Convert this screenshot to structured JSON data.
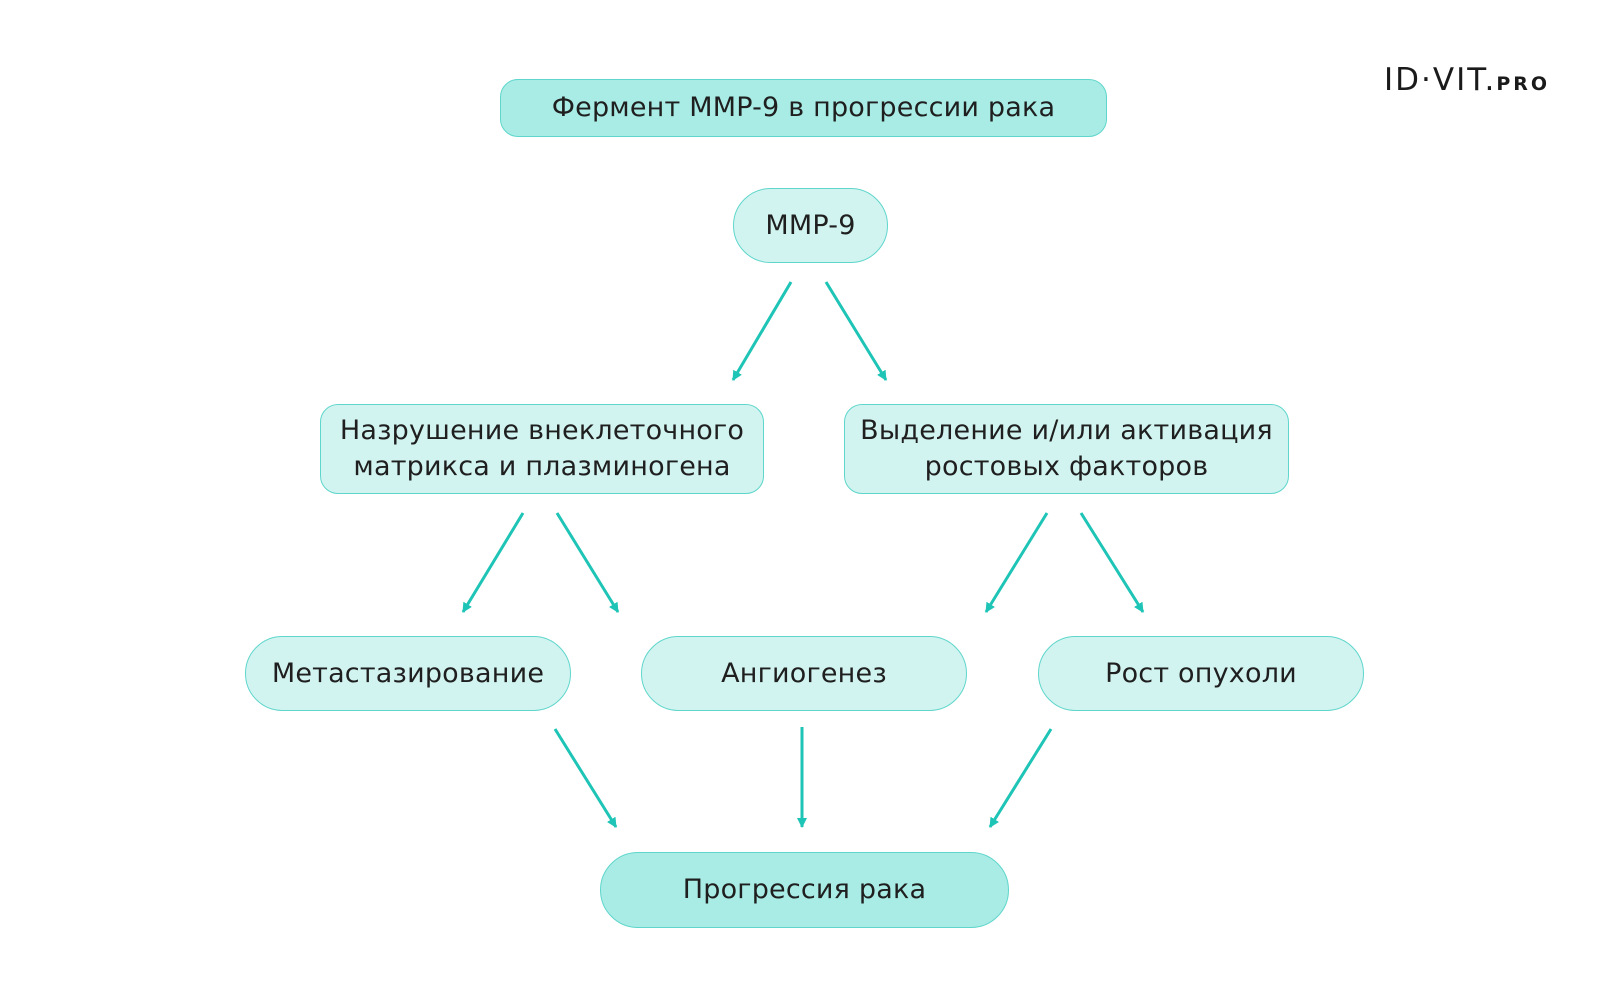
{
  "colors": {
    "accent": "#1ec4b6",
    "box_border": "#5fd6cb",
    "box_fill_light": "#d2f4f1",
    "box_fill_strong": "#a8ece5"
  },
  "logo": {
    "main": "ID·VIT.",
    "suffix": "PRO"
  },
  "diagram": {
    "title": "Фермент MMP-9 в прогрессии рака",
    "root": "MMP-9",
    "left_effect": [
      "Назрушение внеклеточного",
      "матрикса и плазминогена"
    ],
    "right_effect": [
      "Выделение и/или активация",
      "ростовых факторов"
    ],
    "outcome_1": "Метастазирование",
    "outcome_2": "Ангиогенез",
    "outcome_3": "Рост опухоли",
    "final": "Прогрессия рака",
    "arrow_icon": "arrow-down-icon"
  }
}
